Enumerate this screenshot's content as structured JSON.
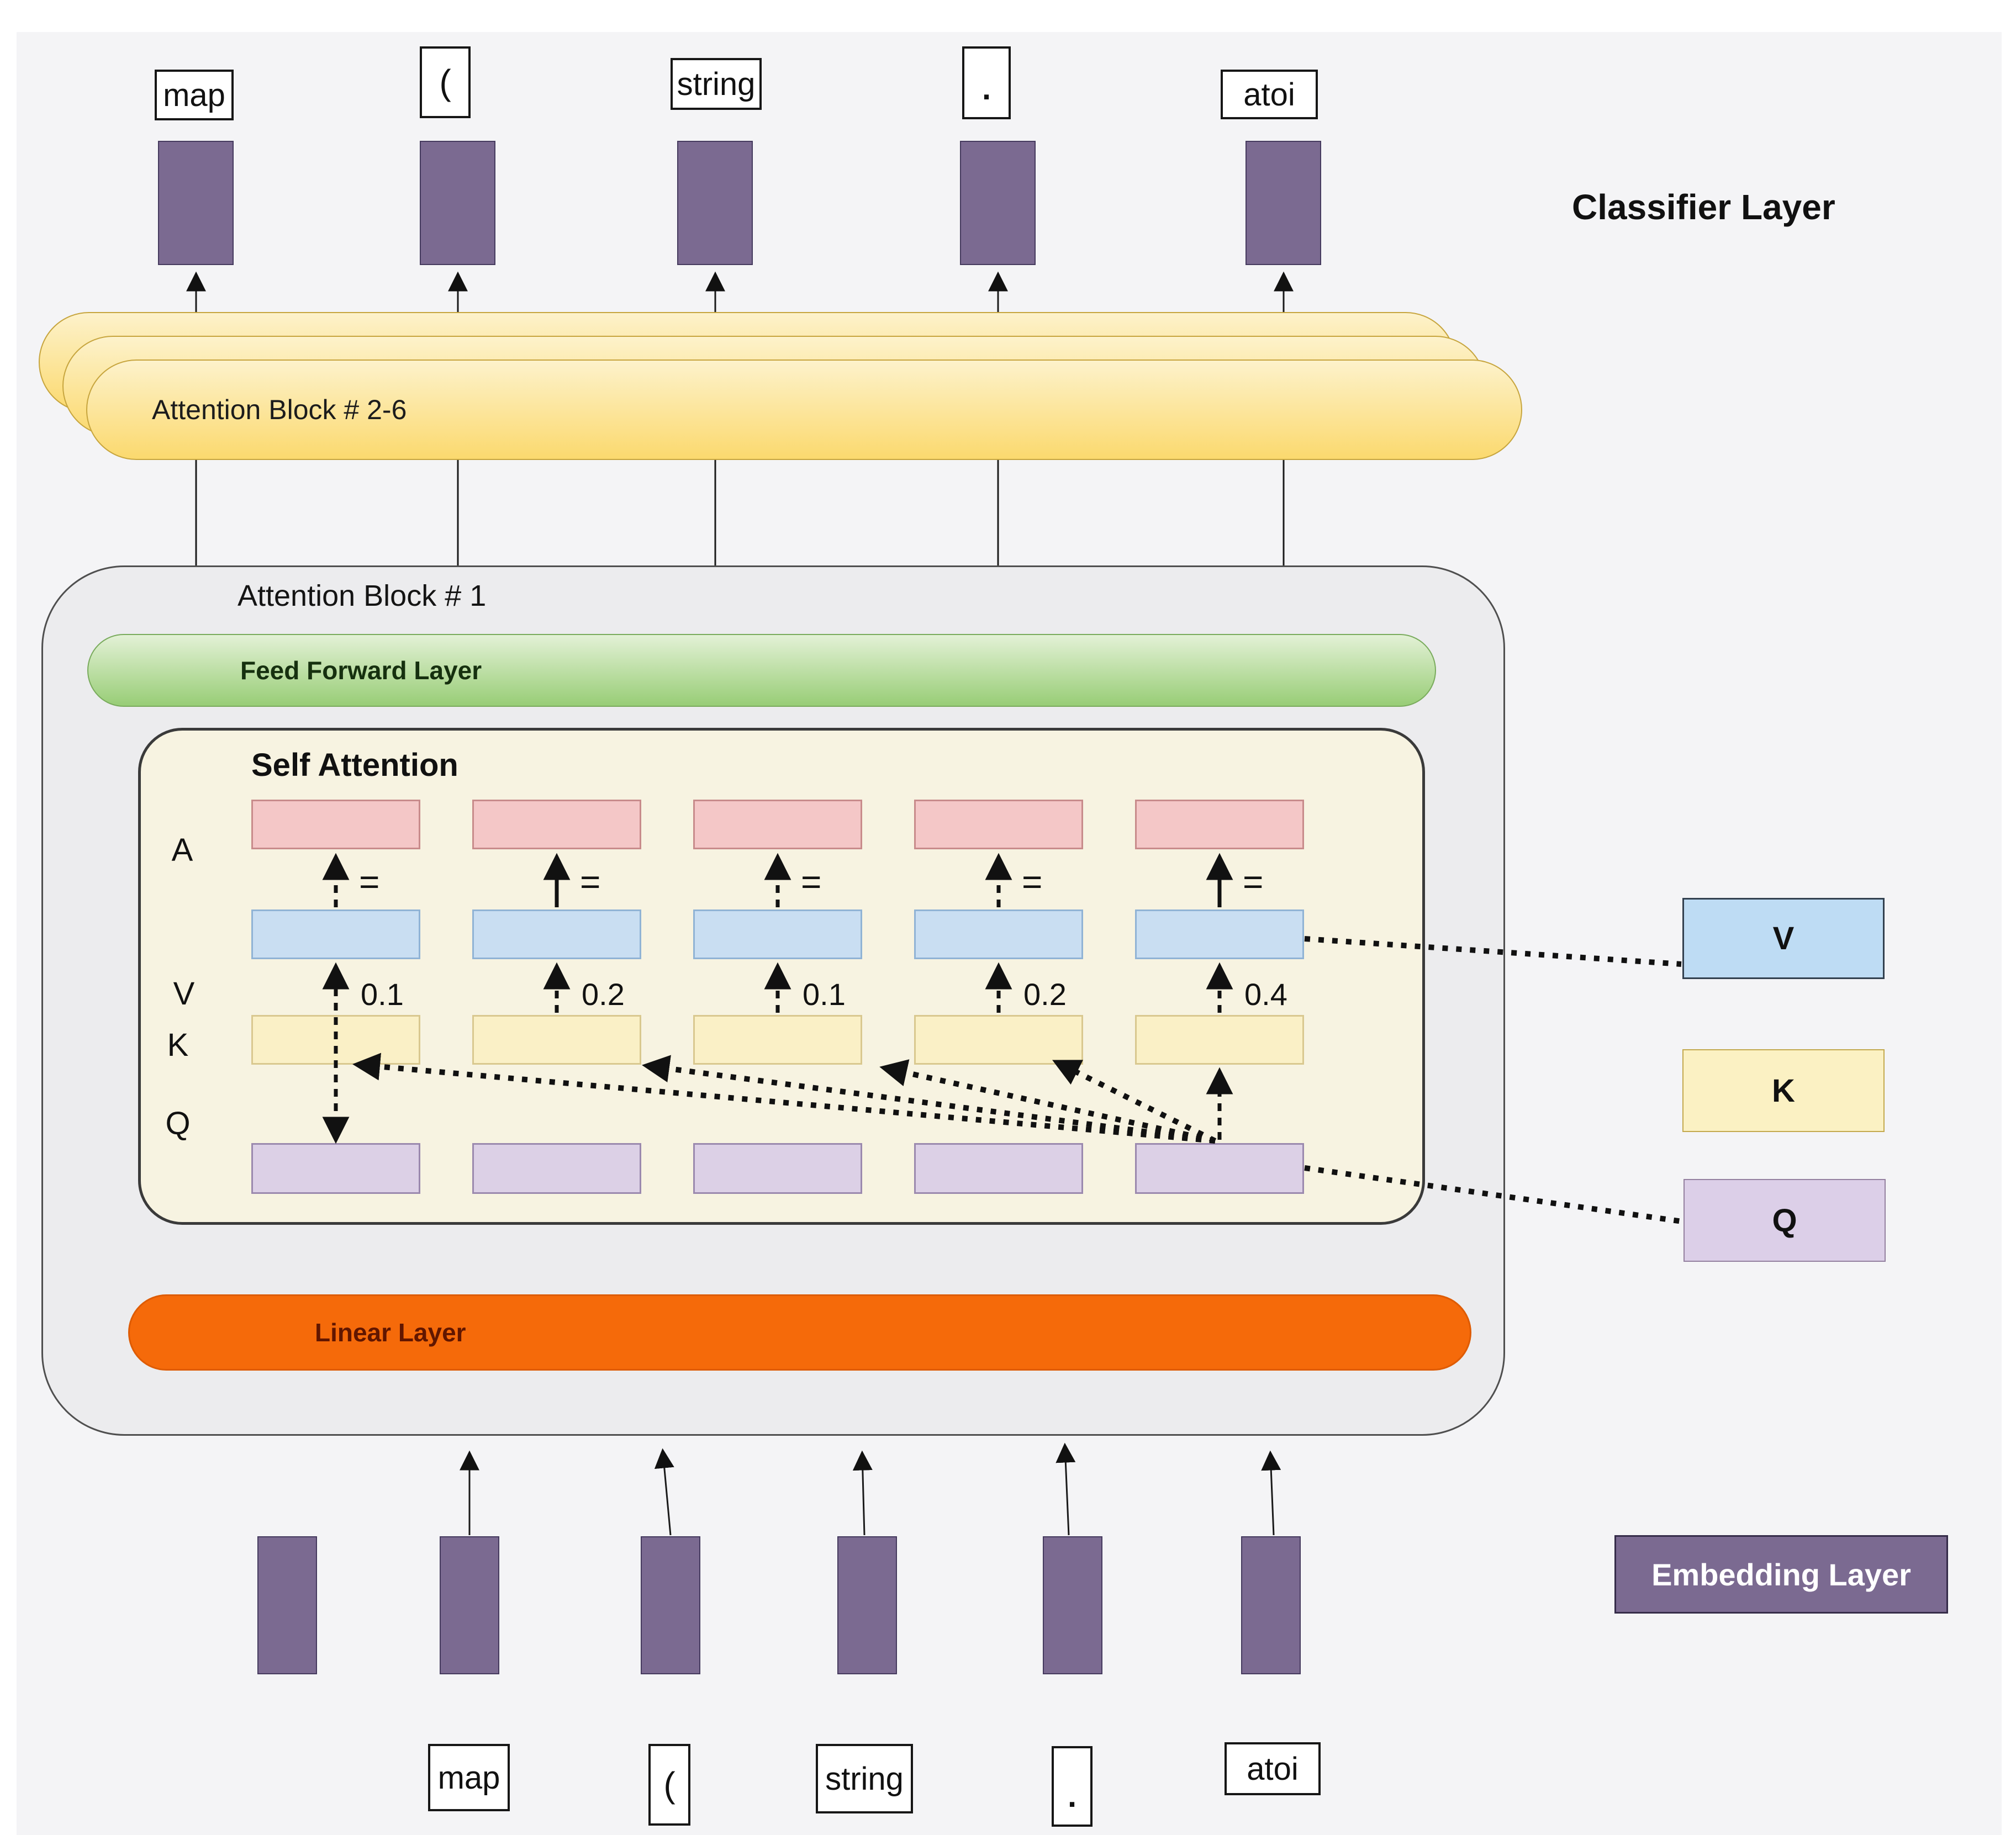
{
  "diagram": {
    "classifier_layer_label": "Classifier Layer",
    "embedding_layer_label": "Embedding Layer",
    "tokens_top": [
      "map",
      "(",
      "string",
      ".",
      "atoi"
    ],
    "tokens_bottom": [
      "map",
      "(",
      "string",
      ".",
      "atoi"
    ],
    "attention_stack": {
      "label": "Attention Block # 2-6"
    },
    "attention_block": {
      "title": "Attention Block # 1",
      "feed_forward_label": "Feed Forward Layer",
      "linear_label": "Linear Layer",
      "self_attention": {
        "title": "Self Attention",
        "row_labels": [
          "A",
          "V",
          "K",
          "Q"
        ],
        "equals_symbol": "=",
        "attention_weights": [
          "0.1",
          "0.2",
          "0.1",
          "0.2",
          "0.4"
        ]
      }
    },
    "legend": {
      "value": "V",
      "key": "K",
      "query": "Q"
    },
    "colors": {
      "embedding_purple": "#7b6a91",
      "attention_stack_yellow": "#fbd96e",
      "feed_forward_green": "#98cd76",
      "linear_orange": "#f56a0a",
      "a_row_pink": "#f4c7c7",
      "v_row_blue": "#c9def2",
      "k_row_yellow": "#faf0c6",
      "q_row_lavender": "#dcd0e6",
      "self_attention_cream": "#f7f3e1",
      "block_gray": "#ececee",
      "canvas_gray": "#f4f4f6"
    }
  }
}
